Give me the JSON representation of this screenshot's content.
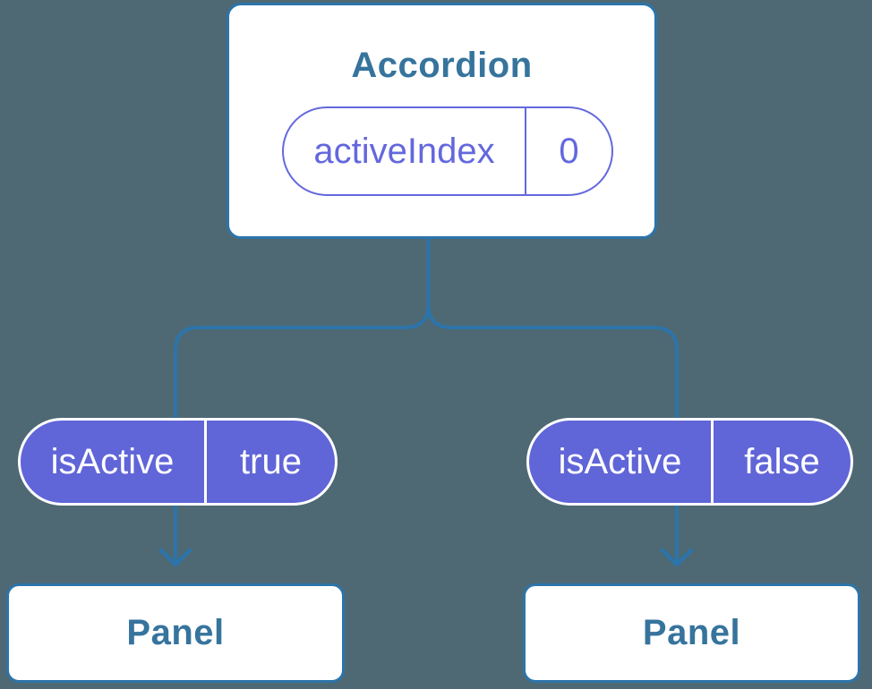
{
  "canvas": {
    "background": "#4e6973"
  },
  "colors": {
    "connector_blue": "#2c74aa",
    "card_border": "#2c74aa",
    "card_background": "#ffffff",
    "heading_text": "#36749d",
    "state_purple": "#6468dd",
    "prop_fill": "#6065d8",
    "prop_text": "#ffffff"
  },
  "diagram": {
    "root": {
      "title": "Accordion",
      "state_pill": {
        "name": "activeIndex",
        "value": "0"
      }
    },
    "branches": [
      {
        "prop_pill": {
          "name": "isActive",
          "value": "true"
        },
        "child": {
          "title": "Panel"
        }
      },
      {
        "prop_pill": {
          "name": "isActive",
          "value": "false"
        },
        "child": {
          "title": "Panel"
        }
      }
    ]
  }
}
